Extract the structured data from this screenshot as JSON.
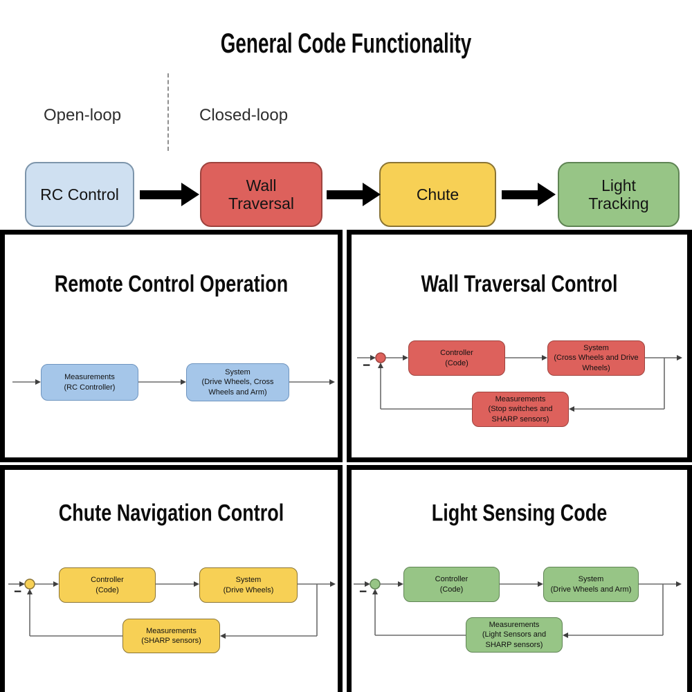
{
  "header": {
    "title": "General Code Functionality",
    "open_loop_label": "Open-loop",
    "closed_loop_label": "Closed-loop",
    "flow_boxes": [
      {
        "label": "RC Control"
      },
      {
        "label": "Wall\nTraversal"
      },
      {
        "label": "Chute"
      },
      {
        "label": "Light\nTracking"
      }
    ]
  },
  "quadrants": {
    "remote": {
      "title": "Remote Control Operation",
      "loop_type": "open-loop",
      "measurements_label": "Measurements\n(RC Controller)",
      "system_label": "System\n(Drive Wheels, Cross\nWheels and Arm)"
    },
    "wall": {
      "title": "Wall Traversal Control",
      "loop_type": "closed-loop",
      "feedback_sign": "−",
      "controller_label": "Controller\n(Code)",
      "system_label": "System\n(Cross Wheels and Drive\nWheels)",
      "measurements_label": "Measurements\n(Stop switches and\nSHARP sensors)"
    },
    "chute": {
      "title": "Chute Navigation Control",
      "loop_type": "closed-loop",
      "feedback_sign": "−",
      "controller_label": "Controller\n(Code)",
      "system_label": "System\n(Drive Wheels)",
      "measurements_label": "Measurements\n(SHARP sensors)"
    },
    "light": {
      "title": "Light Sensing Code",
      "loop_type": "closed-loop",
      "feedback_sign": "−",
      "controller_label": "Controller\n(Code)",
      "system_label": "System\n(Drive Wheels and Arm)",
      "measurements_label": "Measurements\n(Light Sensors and\nSHARP sensors)"
    }
  },
  "colors": {
    "open_loop_box": "#cfe0f1",
    "closed_loop_red": "#dd615c",
    "chute_yellow": "#f7d055",
    "light_green": "#97c586",
    "diagram_blue": "#a5c6e9",
    "connector_gray": "#6a6a6a",
    "divider_black": "#000000"
  }
}
